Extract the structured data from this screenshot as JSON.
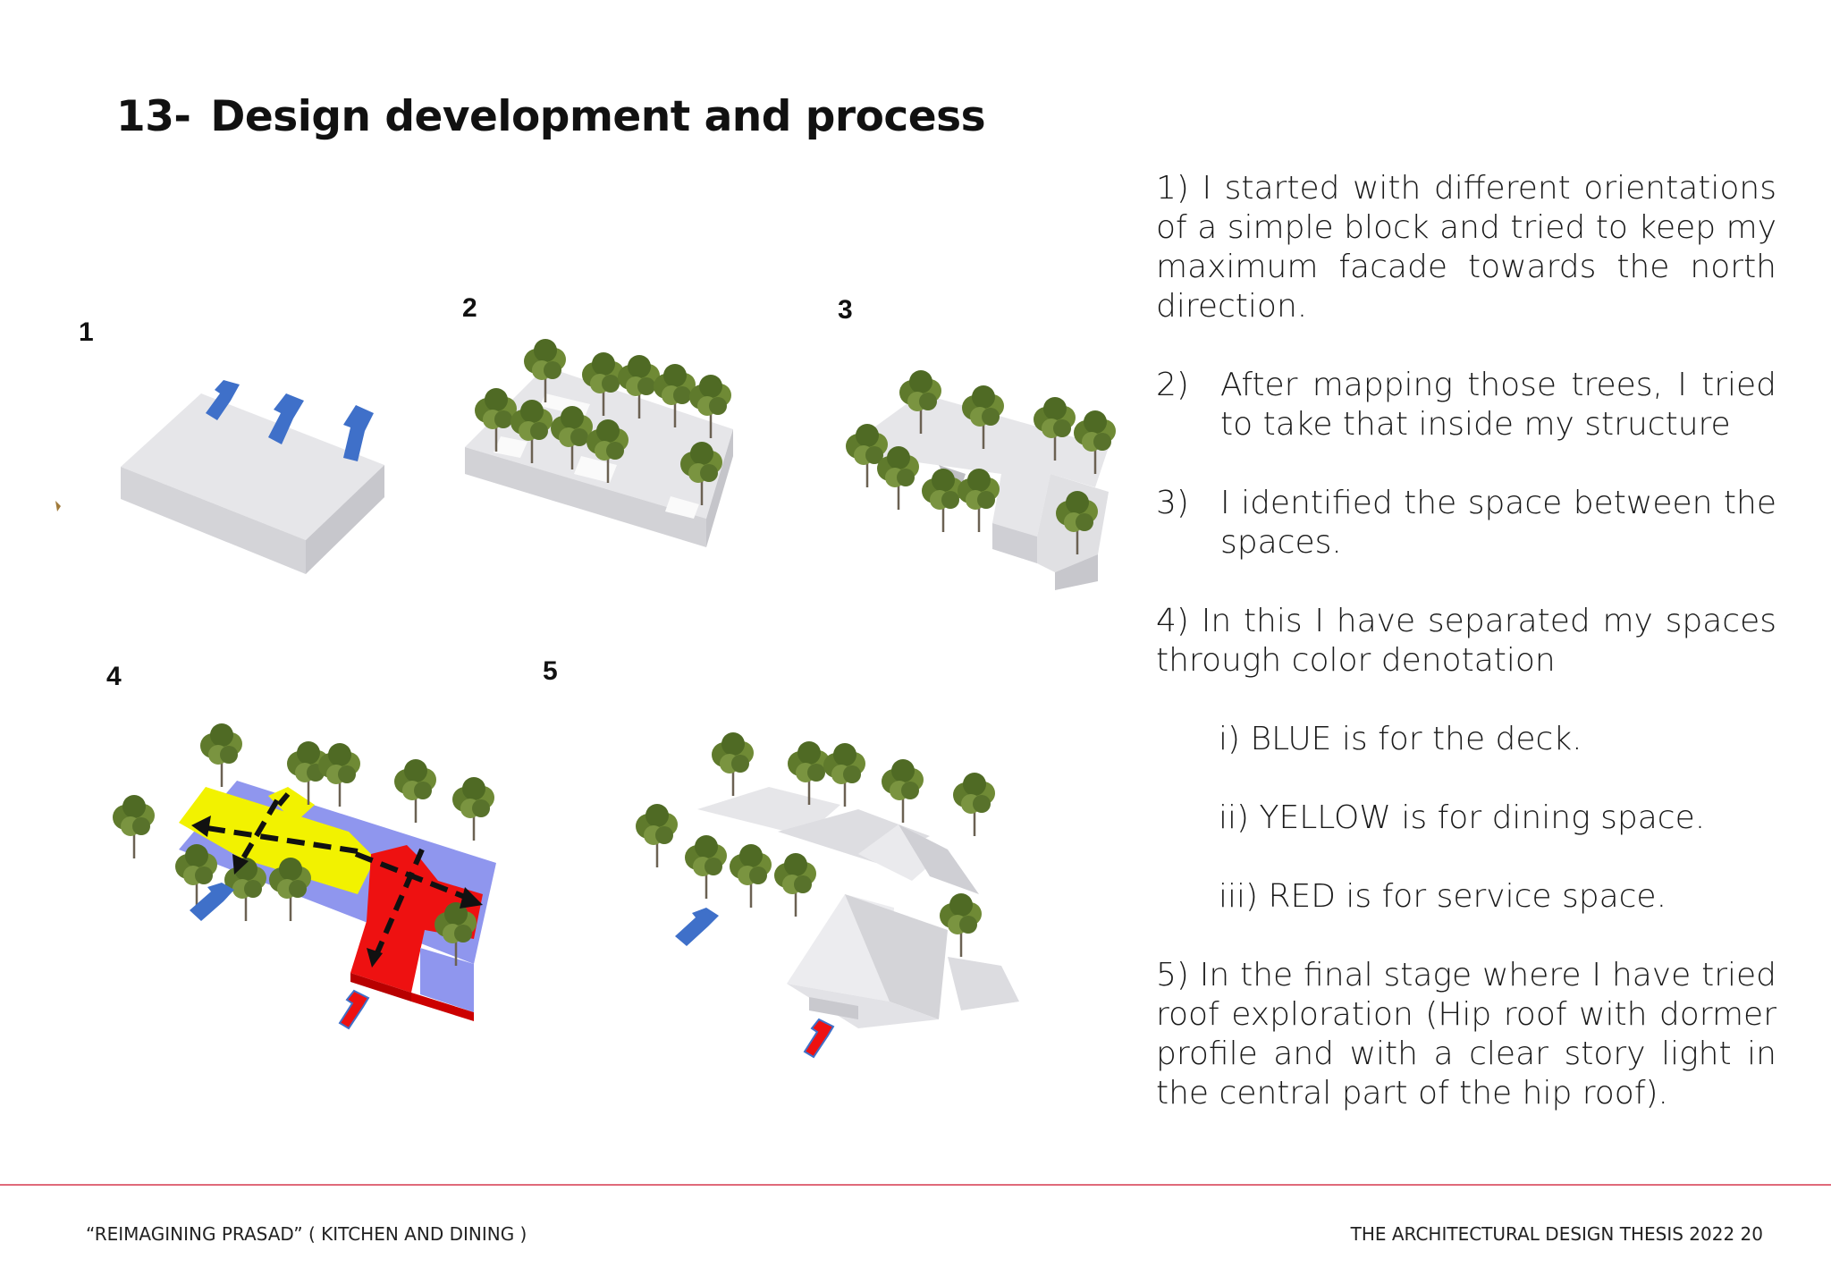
{
  "title": {
    "number": "13-",
    "text": "Design development and process"
  },
  "figure_labels": [
    "1",
    "2",
    "3",
    "4",
    "5"
  ],
  "colors": {
    "blue": "#7f88e6",
    "yellow": "#f2f200",
    "red": "#ee1111",
    "arrow_blue": "#3f70c9",
    "block": "#e5e5e8",
    "tree": "#5f7a2c"
  },
  "paragraphs": {
    "p1": "1) I started with different orientations of a simple block and tried to keep my maximum facade towards the north direction.",
    "p2_num": "2)",
    "p2_text": "After mapping those trees, I tried to take that inside my structure",
    "p3_num": "3)",
    "p3_text": "I identified the space between the spaces.",
    "p4": "4)  In this I have separated my  spaces through color denotation",
    "c1": "i) BLUE is for the deck.",
    "c2": "ii) YELLOW is for dining space.",
    "c3": "iii) RED is for service space.",
    "p5": "5) In the final stage where I have tried roof exploration (Hip roof with dormer profile and with a clear story light in the central part of the hip roof)."
  },
  "footer": {
    "left": "“REIMAGINING PRASAD” ( KITCHEN AND DINING )",
    "right": "THE ARCHITECTURAL DESIGN  THESIS 2022  20"
  }
}
